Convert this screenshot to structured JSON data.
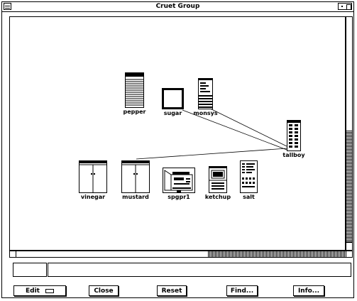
{
  "window": {
    "title": "Cruet Group"
  },
  "nodes": [
    {
      "id": "pepper",
      "label": "pepper"
    },
    {
      "id": "sugar",
      "label": "sugar"
    },
    {
      "id": "monsys",
      "label": "monsys"
    },
    {
      "id": "tallboy",
      "label": "tallboy"
    },
    {
      "id": "vinegar",
      "label": "vinegar"
    },
    {
      "id": "mustard",
      "label": "mustard"
    },
    {
      "id": "spgpr1",
      "label": "spgpr1"
    },
    {
      "id": "ketchup",
      "label": "ketchup"
    },
    {
      "id": "salt",
      "label": "salt"
    }
  ],
  "buttons": {
    "edit": "Edit",
    "close": "Close",
    "reset": "Reset",
    "find": "Find...",
    "info": "Info..."
  }
}
